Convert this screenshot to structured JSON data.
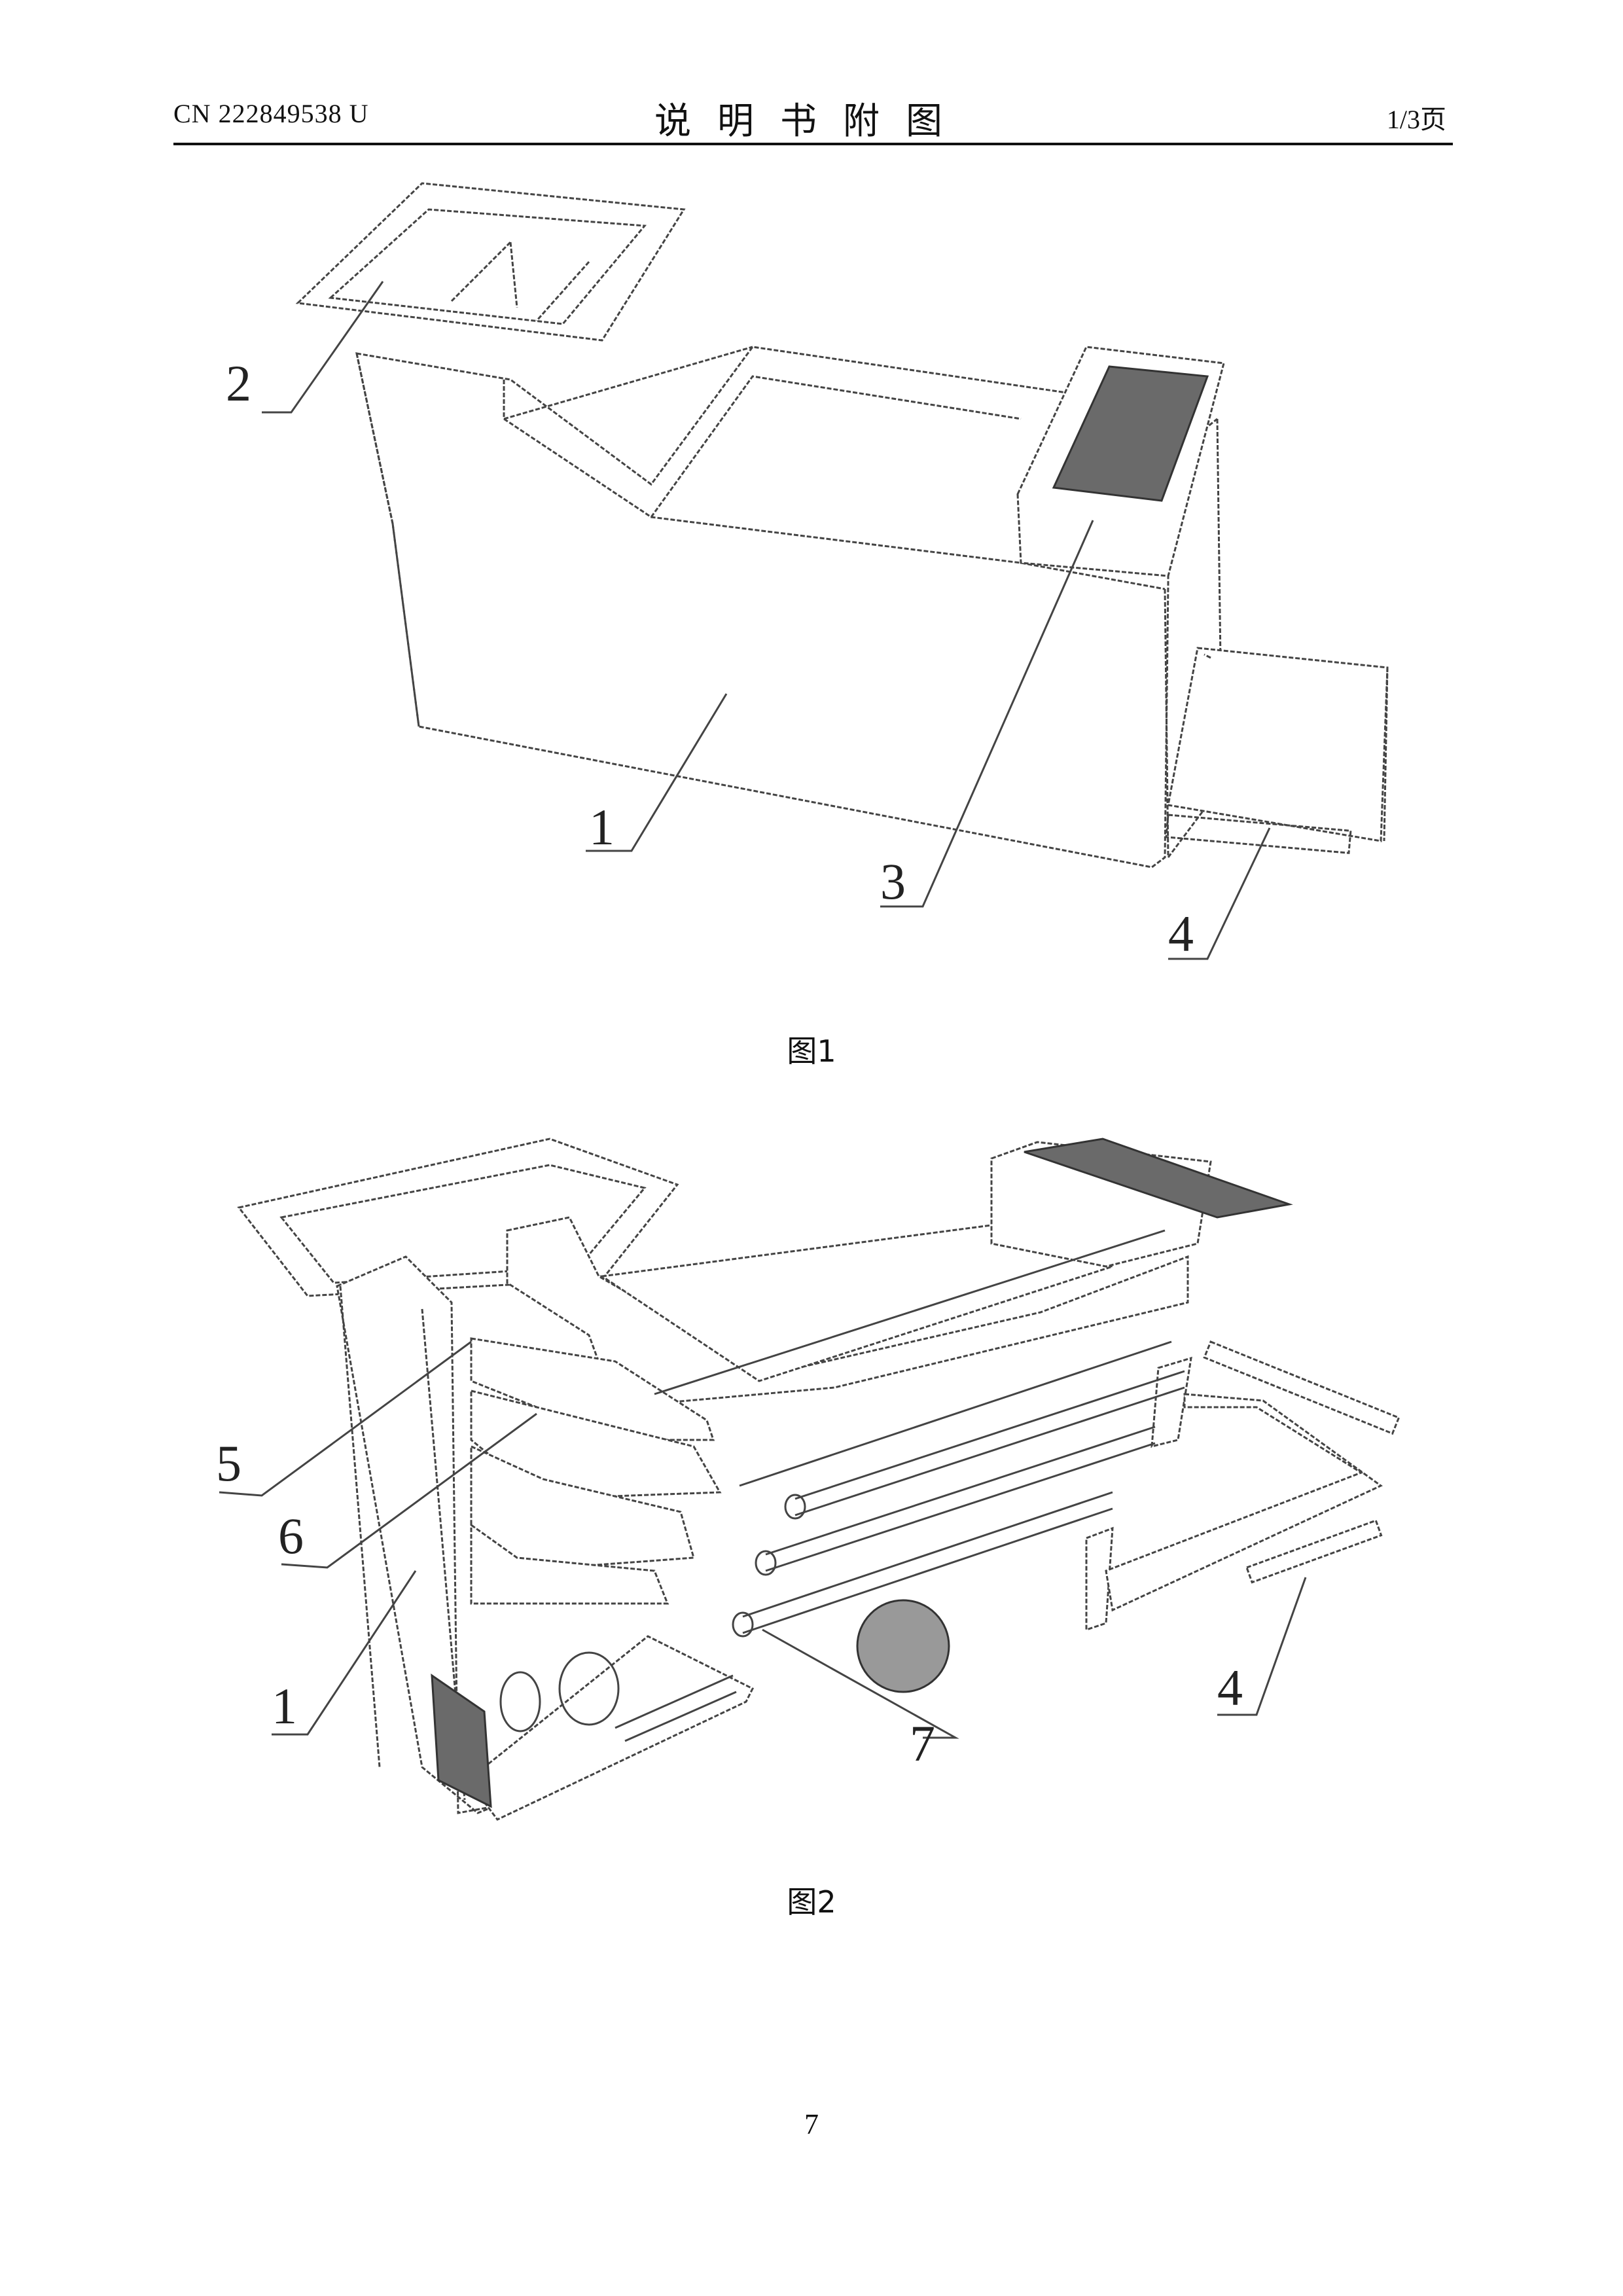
{
  "header": {
    "patent_number": "CN 222849538 U",
    "title": "说明书附图",
    "page_of": "1/3页"
  },
  "figures": [
    {
      "caption": "图1",
      "labels": [
        "1",
        "2",
        "3",
        "4"
      ]
    },
    {
      "caption": "图2",
      "labels": [
        "1",
        "4",
        "5",
        "6",
        "7"
      ]
    }
  ],
  "footer": {
    "page_number": "7"
  }
}
